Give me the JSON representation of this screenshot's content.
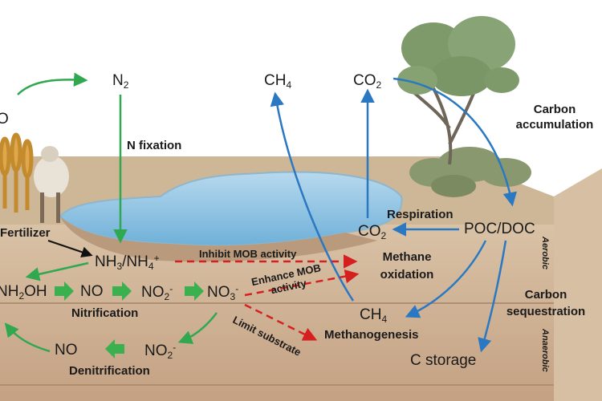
{
  "labels": {
    "o_top": "O",
    "n2": "N",
    "n2_sub": "2",
    "ch4_top": "CH",
    "ch4_top_sub": "4",
    "co2_top": "CO",
    "co2_top_sub": "2",
    "carbon_accumulation": "Carbon accumulation",
    "n_fixation": "N fixation",
    "fertilizer": "Fertilizer",
    "nh3_nh4_a": "NH",
    "nh3_nh4_sub1": "3",
    "nh3_nh4_b": "/NH",
    "nh3_nh4_sub2": "4",
    "nh3_nh4_sup": "+",
    "inhibit_mob": "Inhibit MOB activity",
    "enhance_mob": "Enhance MOB activity",
    "limit_substrate": "Limit substrate",
    "respiration": "Respiration",
    "co2_mid": "CO",
    "co2_mid_sub": "2",
    "poc_doc": "POC/DOC",
    "methane_oxidation": "Methane oxidation",
    "aerobic": "Aerobic",
    "anaerobic": "Anaerobic",
    "carbon_sequestration": "Carbon sequestration",
    "nh2oh_a": "NH",
    "nh2oh_sub": "2",
    "nh2oh_b": "OH",
    "no_1": "NO",
    "no2_1": "NO",
    "no2_1_sub": "2",
    "no2_1_sup": "-",
    "no3": "NO",
    "no3_sub": "3",
    "no3_sup": "-",
    "nitrification": "Nitrification",
    "ch4_low": "CH",
    "ch4_low_sub": "4",
    "methanogenesis": "Methanogenesis",
    "no_2": "NO",
    "no2_2": "NO",
    "no2_2_sub": "2",
    "no2_2_sup": "-",
    "denitrification": "Denitrification",
    "c_storage": "C storage"
  },
  "colors": {
    "nitrogen_arrow": "#2fa84f",
    "carbon_arrow": "#2a78c2",
    "inhibit_arrow": "#d62020",
    "fertilizer_arrow": "#111111",
    "soil": "#c9a98a",
    "water": "#9ccbe6"
  }
}
